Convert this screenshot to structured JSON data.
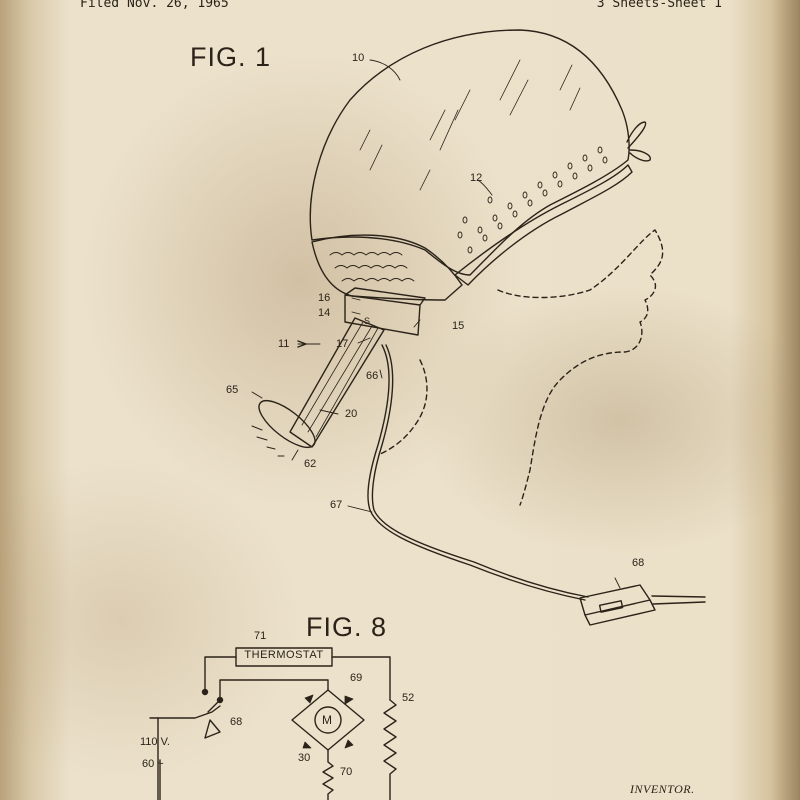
{
  "header": {
    "left": "Filed Nov. 26, 1965",
    "right": "3 Sheets-Sheet 1"
  },
  "figures": {
    "fig1": "FIG. 1",
    "fig8": "FIG. 8"
  },
  "refs": {
    "r10": "10",
    "r11": "11",
    "r12": "12",
    "r14": "14",
    "r15": "15",
    "r16": "16",
    "r17": "17",
    "r20": "20",
    "r62": "62",
    "r65": "65",
    "r66": "66",
    "r67": "67",
    "r68a": "68",
    "r71": "71",
    "r69": "69",
    "r52": "52",
    "r68b": "68",
    "r30": "30",
    "r70": "70",
    "v110": "110 V.",
    "v60": "60 ~",
    "motor": "M",
    "s": "S"
  },
  "circuit": {
    "thermostat": "THERMOSTAT"
  },
  "footer": {
    "inventor": "INVENTOR."
  }
}
